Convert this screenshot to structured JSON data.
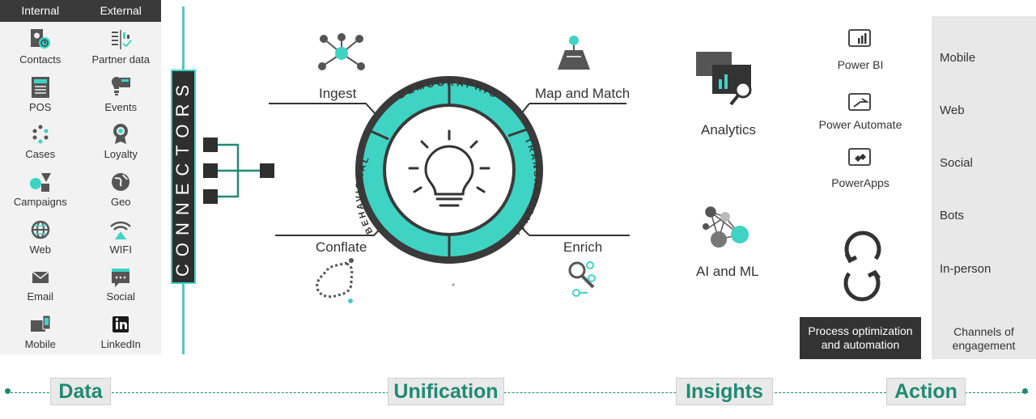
{
  "sources": {
    "header": {
      "internal": "Internal",
      "external": "External"
    },
    "items": [
      {
        "label": "Contacts",
        "icon": "contacts-icon"
      },
      {
        "label": "Partner data",
        "icon": "partner-data-icon"
      },
      {
        "label": "POS",
        "icon": "pos-icon"
      },
      {
        "label": "Events",
        "icon": "events-icon"
      },
      {
        "label": "Cases",
        "icon": "cases-icon"
      },
      {
        "label": "Loyalty",
        "icon": "loyalty-icon"
      },
      {
        "label": "Campaigns",
        "icon": "campaigns-icon"
      },
      {
        "label": "Geo",
        "icon": "geo-icon"
      },
      {
        "label": "Web",
        "icon": "web-icon"
      },
      {
        "label": "WIFI",
        "icon": "wifi-icon"
      },
      {
        "label": "Email",
        "icon": "email-icon"
      },
      {
        "label": "Social",
        "icon": "social-icon"
      },
      {
        "label": "Mobile",
        "icon": "mobile-icon"
      },
      {
        "label": "LinkedIn",
        "icon": "linkedin-icon"
      }
    ]
  },
  "connectors": {
    "label": "CONNECTORS"
  },
  "unification": {
    "ingest": "Ingest",
    "map_match": "Map and Match",
    "conflate": "Conflate",
    "enrich": "Enrich",
    "ring": {
      "top": "DEMOGRAPHIC",
      "right": "TRANSACTIONAL",
      "left": "BEHAVIORAL"
    }
  },
  "insights": {
    "analytics": "Analytics",
    "ai_ml": "AI and ML"
  },
  "action": {
    "power_bi": "Power BI",
    "power_automate": "Power Automate",
    "powerapps": "PowerApps",
    "process_line1": "Process optimization",
    "process_line2": "and automation"
  },
  "channels": {
    "items": [
      {
        "label": "Mobile",
        "icon": "mobile-device-icon"
      },
      {
        "label": "Web",
        "icon": "globe-icon"
      },
      {
        "label": "Social",
        "icon": "chat-icon"
      },
      {
        "label": "Bots",
        "icon": "robot-icon"
      },
      {
        "label": "In-person",
        "icon": "person-icon"
      }
    ],
    "footer_line1": "Channels of",
    "footer_line2": "engagement"
  },
  "phases": {
    "data": "Data",
    "unification": "Unification",
    "insights": "Insights",
    "action": "Action"
  },
  "colors": {
    "accent": "#3fd3c4",
    "dark": "#333333",
    "phase_text": "#1f8a73"
  }
}
